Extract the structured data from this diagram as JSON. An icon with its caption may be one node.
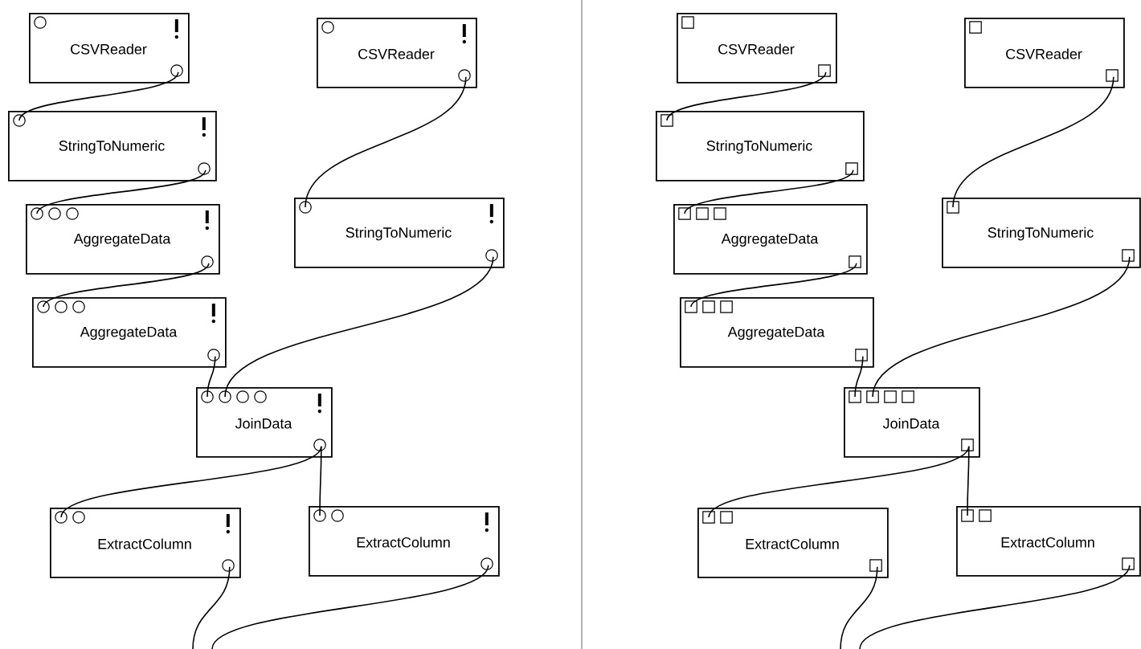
{
  "diagram": {
    "nodes": [
      {
        "text": [
          "CSVReader"
        ]
      },
      {
        "text": [
          "StringToNumeric"
        ]
      },
      {
        "text": [
          "AggregateData"
        ]
      },
      {
        "text": [
          "AggregateData"
        ]
      },
      {
        "text": [
          "CSVReader"
        ]
      },
      {
        "text": [
          "StringToNumeric"
        ]
      },
      {
        "text": [
          "JoinData"
        ]
      },
      {
        "text": [
          "ExtractColumn"
        ]
      },
      {
        "text": [
          "ExtractColumn"
        ]
      },
      {
        "text": [
          "CSVReader"
        ]
      },
      {
        "text": [
          "StringToNumeric"
        ]
      },
      {
        "text": [
          "AggregateData"
        ]
      },
      {
        "text": [
          "AggregateData"
        ]
      },
      {
        "text": [
          "CSVReader"
        ]
      },
      {
        "text": [
          "StringToNumeric"
        ]
      },
      {
        "text": [
          "JoinData"
        ]
      },
      {
        "text": [
          "ExtractColumn"
        ]
      },
      {
        "text": [
          "ExtractColumn"
        ]
      }
    ],
    "edges": [
      {
        "from": 0,
        "to": 1,
        "arrow": "none"
      },
      {
        "from": 1,
        "to": 2,
        "arrow": "none"
      },
      {
        "from": 2,
        "to": 3,
        "arrow": "none"
      },
      {
        "from": 3,
        "to": 6,
        "arrow": "none"
      },
      {
        "from": 4,
        "to": 5,
        "arrow": "none"
      },
      {
        "from": 5,
        "to": 6,
        "arrow": "none"
      },
      {
        "from": 6,
        "to": 7,
        "arrow": "none"
      },
      {
        "from": 6,
        "to": 8,
        "arrow": "none"
      },
      {
        "from": 7,
        "to": null,
        "arrow": "none"
      },
      {
        "from": 8,
        "to": null,
        "arrow": "none"
      },
      {
        "from": 9,
        "to": 10,
        "arrow": "none"
      },
      {
        "from": 10,
        "to": 11,
        "arrow": "none"
      },
      {
        "from": 11,
        "to": 12,
        "arrow": "none"
      },
      {
        "from": 12,
        "to": 15,
        "arrow": "none"
      },
      {
        "from": 13,
        "to": 14,
        "arrow": "none"
      },
      {
        "from": 14,
        "to": 15,
        "arrow": "none"
      },
      {
        "from": 15,
        "to": 16,
        "arrow": "none"
      },
      {
        "from": 15,
        "to": 17,
        "arrow": "none"
      },
      {
        "from": 16,
        "to": null,
        "arrow": "none"
      },
      {
        "from": 17,
        "to": null,
        "arrow": "none"
      }
    ]
  }
}
